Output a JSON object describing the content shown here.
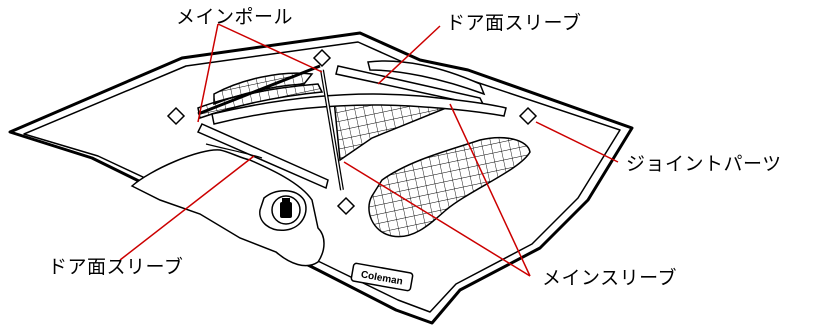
{
  "labels": {
    "main_pole": "メインポール",
    "door_sleeve_top": "ドア面スリーブ",
    "joint_parts": "ジョイントパーツ",
    "door_sleeve_bottom": "ドア面スリーブ",
    "main_sleeve": "メインスリーブ"
  },
  "brand": "Coleman",
  "colors": {
    "leader_line": "#cc0000",
    "outline": "#000000",
    "mesh": "#000000",
    "background": "#ffffff"
  }
}
